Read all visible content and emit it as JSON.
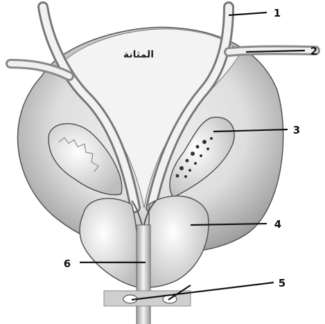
{
  "diagram": {
    "organ_label": "المثانة",
    "labels": [
      {
        "id": "1",
        "text": "1"
      },
      {
        "id": "2",
        "text": "2"
      },
      {
        "id": "3",
        "text": "3"
      },
      {
        "id": "4",
        "text": "4"
      },
      {
        "id": "5",
        "text": "5"
      },
      {
        "id": "6",
        "text": "6"
      }
    ]
  }
}
